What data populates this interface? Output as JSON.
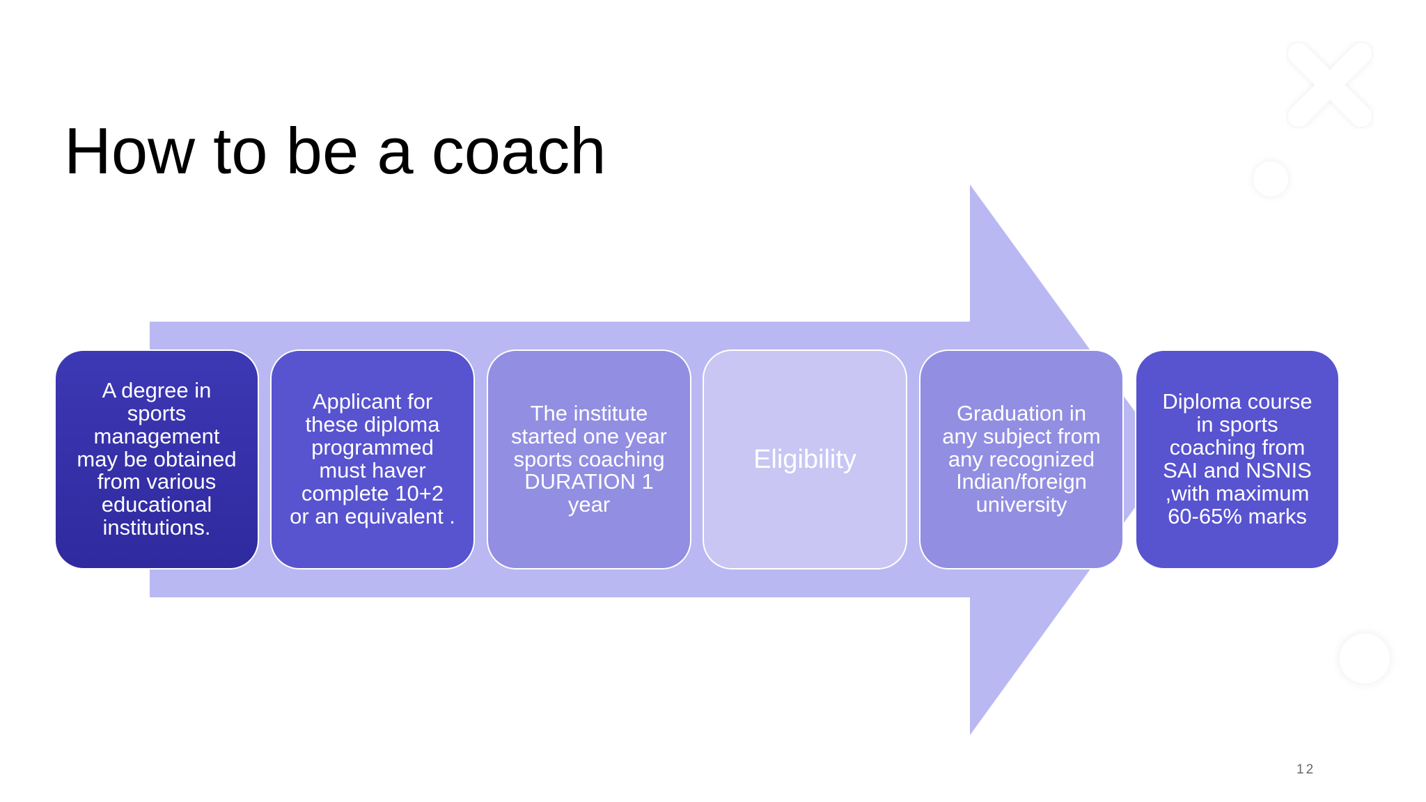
{
  "slide": {
    "title": "How to be a coach",
    "page_number": "12"
  },
  "diagram": {
    "steps": [
      {
        "text": "A degree in\nsports\nmanagement\nmay be obtained\nfrom various\neducational\ninstitutions."
      },
      {
        "text": "Applicant for\nthese diploma\nprogrammed\nmust haver\ncomplete 10+2\nor an equivalent ."
      },
      {
        "text": "The institute\nstarted one year\nsports coaching\nDURATION 1\nyear"
      },
      {
        "text": "Eligibility"
      },
      {
        "text": "Graduation in\nany subject from\nany recognized\nIndian/foreign\nuniversity"
      },
      {
        "text": "Diploma course\nin sports\ncoaching from\nSAI and NSNIS\n,with maximum\n60-65% marks"
      }
    ]
  },
  "colors": {
    "arrow": "#bab8f2",
    "step_dark": "#3d38b4",
    "step_medium": "#5853cf",
    "step_light": "#928ee2",
    "step_lightest": "#c9c6f3"
  },
  "icons": [
    "close-icon",
    "circle-decoration"
  ]
}
